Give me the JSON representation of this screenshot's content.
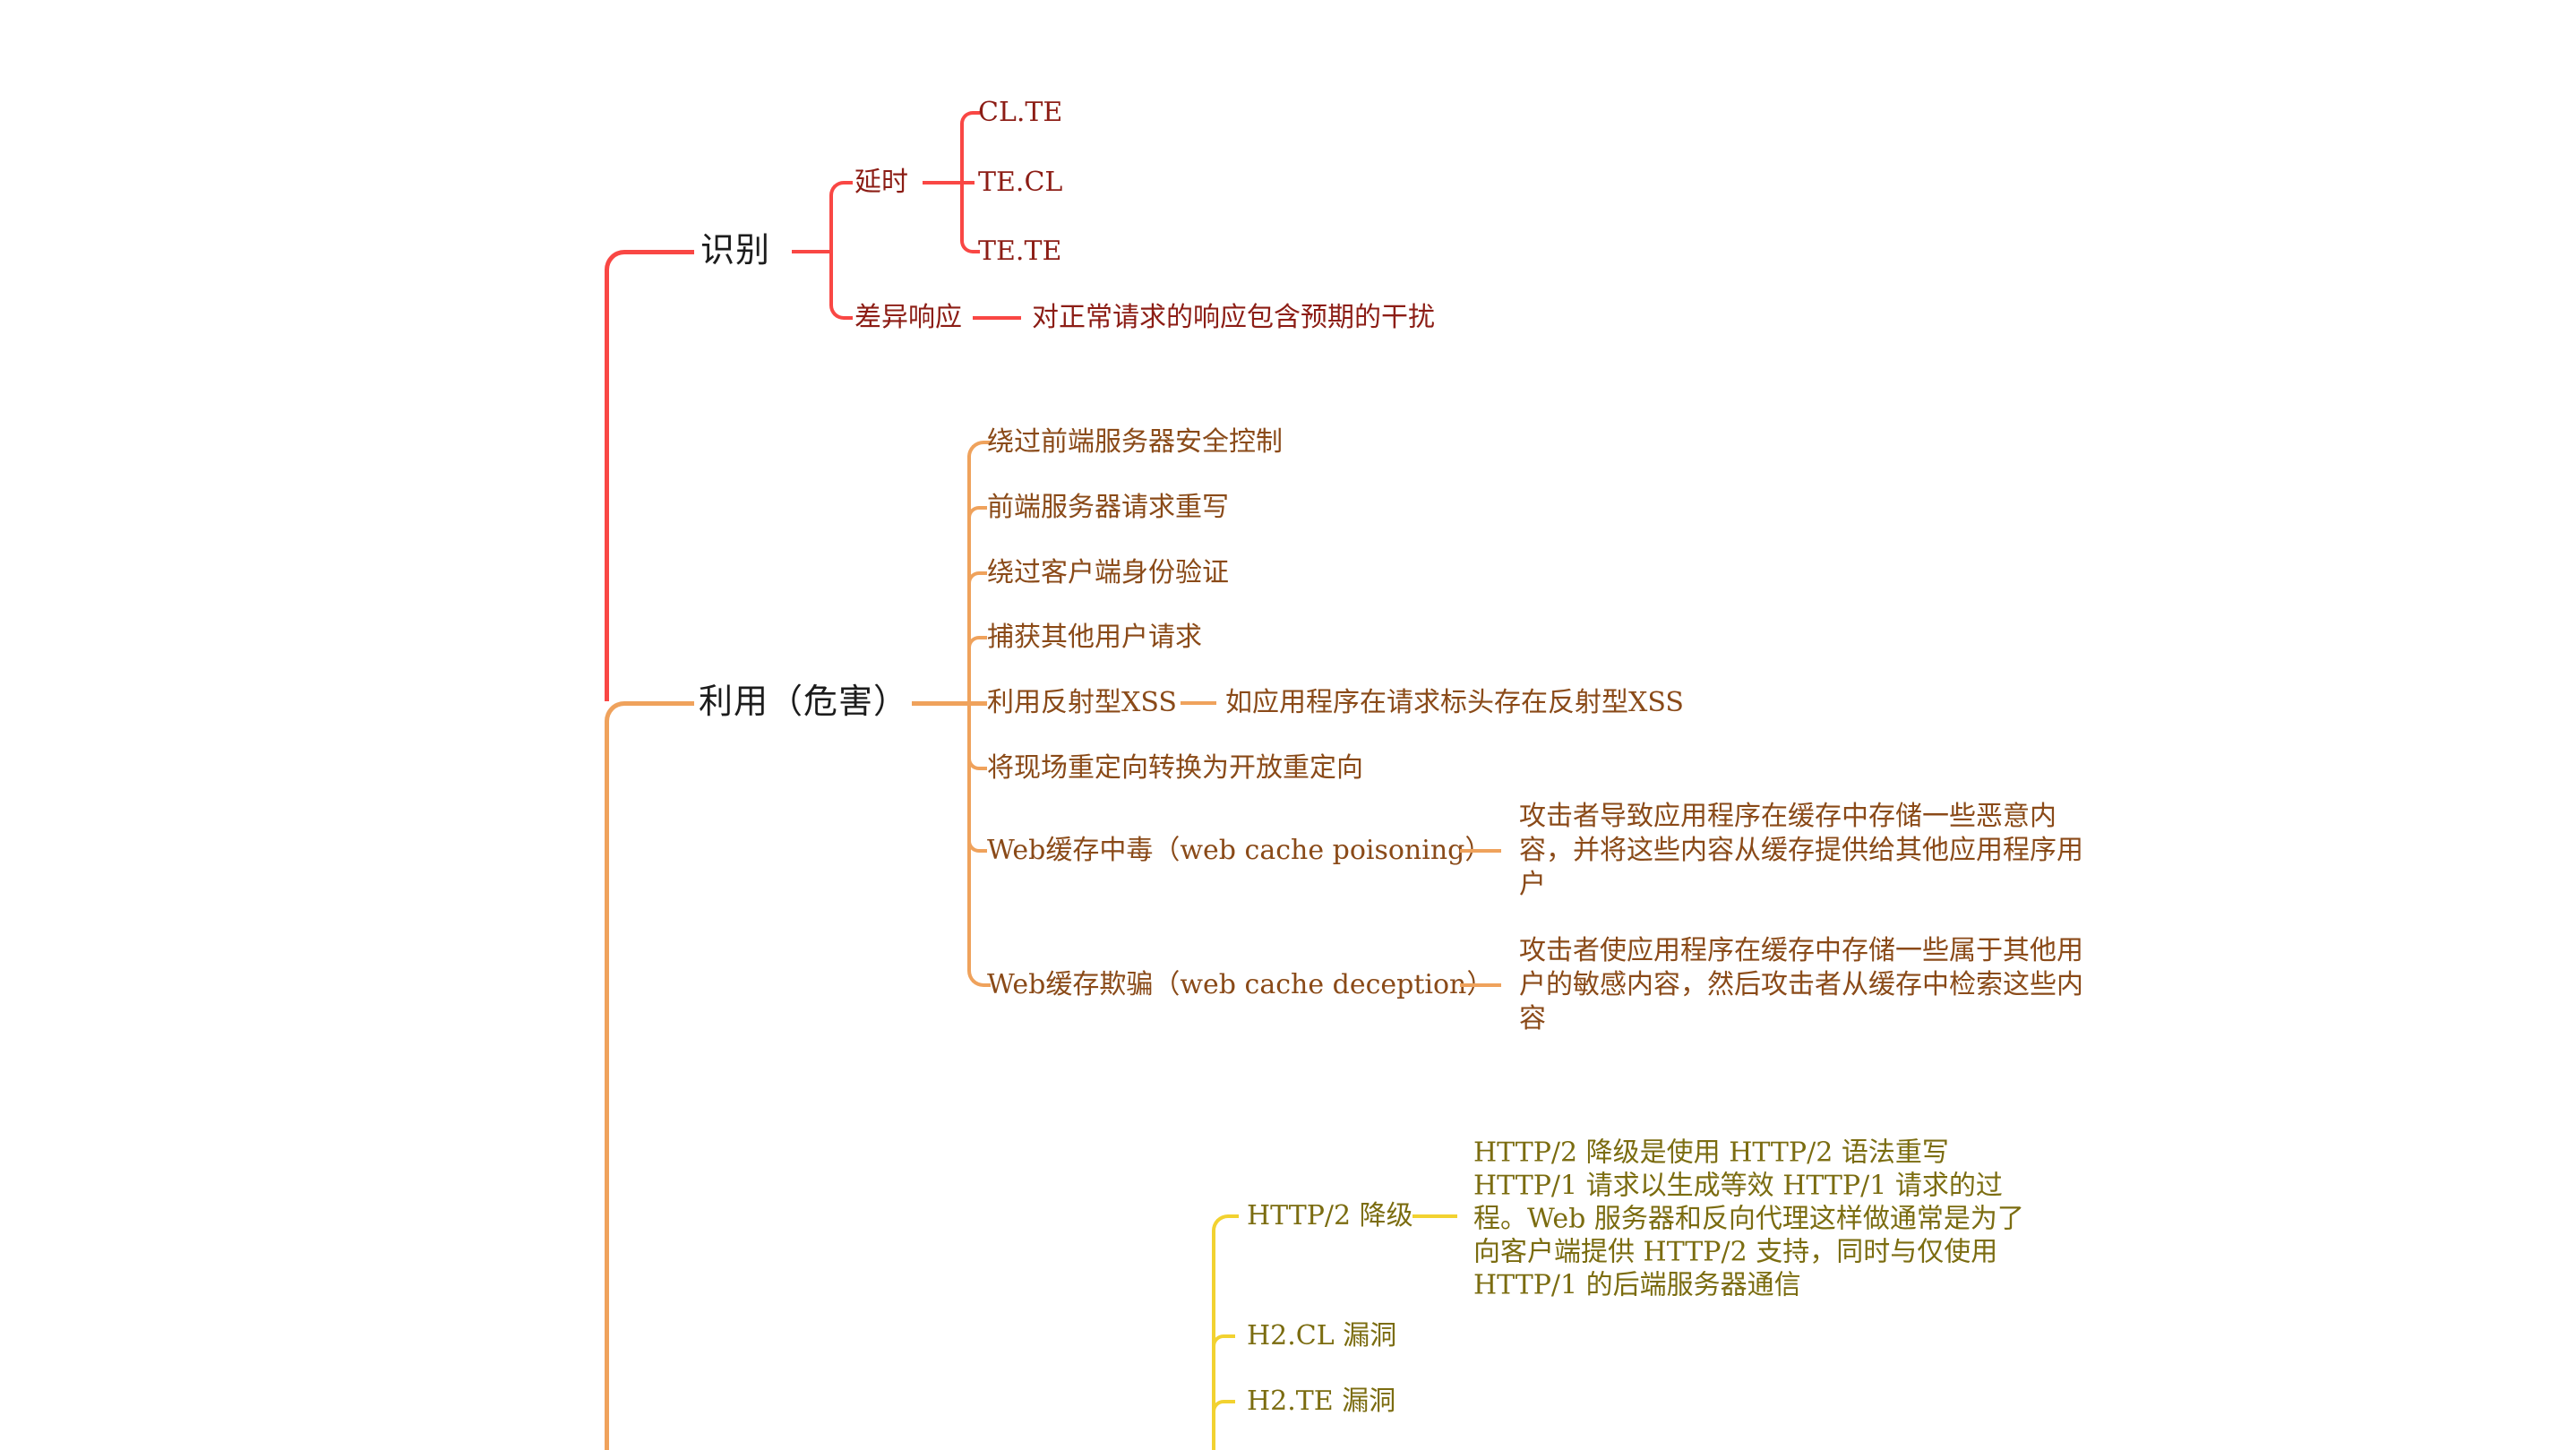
{
  "palette": {
    "background": "#ffffff",
    "branch_red_line": "#f94744",
    "branch_red_text": "#8c1d15",
    "branch_orange_line": "#efa25c",
    "branch_orange_text": "#8a4a18",
    "branch_yellow_line": "#f2d230",
    "branch_yellow_text": "#7b6c10",
    "main_topic_text": "#1c1c1c"
  },
  "branches": {
    "identify": {
      "label": "识别",
      "children": {
        "delay": {
          "label": "延时",
          "children": {
            "clte": {
              "label": "CL.TE"
            },
            "tecl": {
              "label": "TE.CL"
            },
            "tete": {
              "label": "TE.TE"
            }
          }
        },
        "diff_response": {
          "label": "差异响应",
          "note": "对正常请求的响应包含预期的干扰"
        }
      }
    },
    "exploit": {
      "label": "利用（危害）",
      "children": {
        "bypass_front_security": {
          "label": "绕过前端服务器安全控制"
        },
        "front_rewrite": {
          "label": "前端服务器请求重写"
        },
        "bypass_client_auth": {
          "label": "绕过客户端身份验证"
        },
        "capture_requests": {
          "label": "捕获其他用户请求"
        },
        "reflected_xss": {
          "label": "利用反射型XSS",
          "note": "如应用程序在请求标头存在反射型XSS"
        },
        "open_redirect": {
          "label": "将现场重定向转换为开放重定向"
        },
        "cache_poisoning": {
          "label": "Web缓存中毒（web cache poisoning）",
          "note": "攻击者导致应用程序在缓存中存储一些恶意内容，并将这些内容从缓存提供给其他应用程序用户"
        },
        "cache_deception": {
          "label": "Web缓存欺骗（web cache deception）",
          "note": "攻击者使应用程序在缓存中存储一些属于其他用户的敏感内容，然后攻击者从缓存中检索这些内容"
        }
      }
    },
    "http2": {
      "children": {
        "downgrade": {
          "label": "HTTP/2 降级",
          "note": "HTTP/2 降级是使用 HTTP/2 语法重写 HTTP/1 请求以生成等效 HTTP/1 请求的过程。Web 服务器和反向代理这样做通常是为了向客户端提供 HTTP/2 支持，同时与仅使用 HTTP/1 的后端服务器通信"
        },
        "h2cl": {
          "label": "H2.CL 漏洞"
        },
        "h2te": {
          "label": "H2.TE 漏洞"
        }
      }
    }
  }
}
